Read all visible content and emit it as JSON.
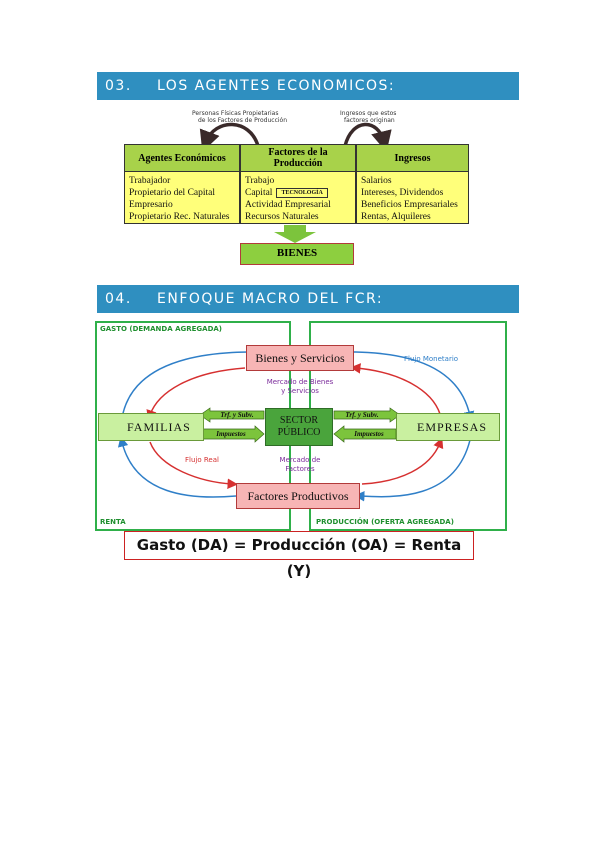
{
  "section3": {
    "number": "03.",
    "title": "LOS AGENTES ECONOMICOS:",
    "annotation_left": [
      "Personas Físicas Propietarias",
      "de los Factores de Producción"
    ],
    "annotation_right": [
      "Ingresos que estos",
      "factores originan"
    ],
    "boxes": [
      {
        "title": "Agentes Económicos",
        "items": [
          "Trabajador",
          "Propietario del Capital",
          "Empresario",
          "Propietario Rec. Naturales"
        ]
      },
      {
        "title": "Factores de la Producción",
        "items": [
          "Trabajo",
          "Capital",
          "Actividad Empresarial",
          "Recursos Naturales"
        ],
        "tag": "TECNOLOGÍA"
      },
      {
        "title": "Ingresos",
        "items": [
          "Salarios",
          "Intereses, Dividendos",
          "Beneficios Empresariales",
          "Rentas, Alquileres"
        ]
      }
    ],
    "result": "BIENES"
  },
  "section4": {
    "number": "04.",
    "title": "ENFOQUE MACRO DEL FCR:",
    "gasto_label": "GASTO (DEMANDA AGREGADA)",
    "renta_label": "RENTA",
    "produccion_label": "PRODUCCIÓN (OFERTA AGREGADA)",
    "bienes_servicios": "Bienes y Servicios",
    "factores_productivos": "Factores Productivos",
    "familias": "FAMILIAS",
    "empresas": "EMPRESAS",
    "sector_publico": [
      "SECTOR",
      "PÚBLICO"
    ],
    "trf_subv": "Trf. y Subv.",
    "impuestos": "Impuestos",
    "flujo_monetario": "Flujo Monetario",
    "flujo_real": "Flujo Real",
    "mercado_bienes": [
      "Mercado de Bienes",
      "y Servicios"
    ],
    "mercado_factores": [
      "Mercado de",
      "Factores"
    ],
    "equation": "Gasto (DA) = Producción (OA) = Renta (Y)"
  },
  "colors": {
    "banner": "#2f8fc0",
    "monetary_flow": "#2f7fc8",
    "real_flow": "#d63030",
    "green_frame": "#2fb04a"
  }
}
